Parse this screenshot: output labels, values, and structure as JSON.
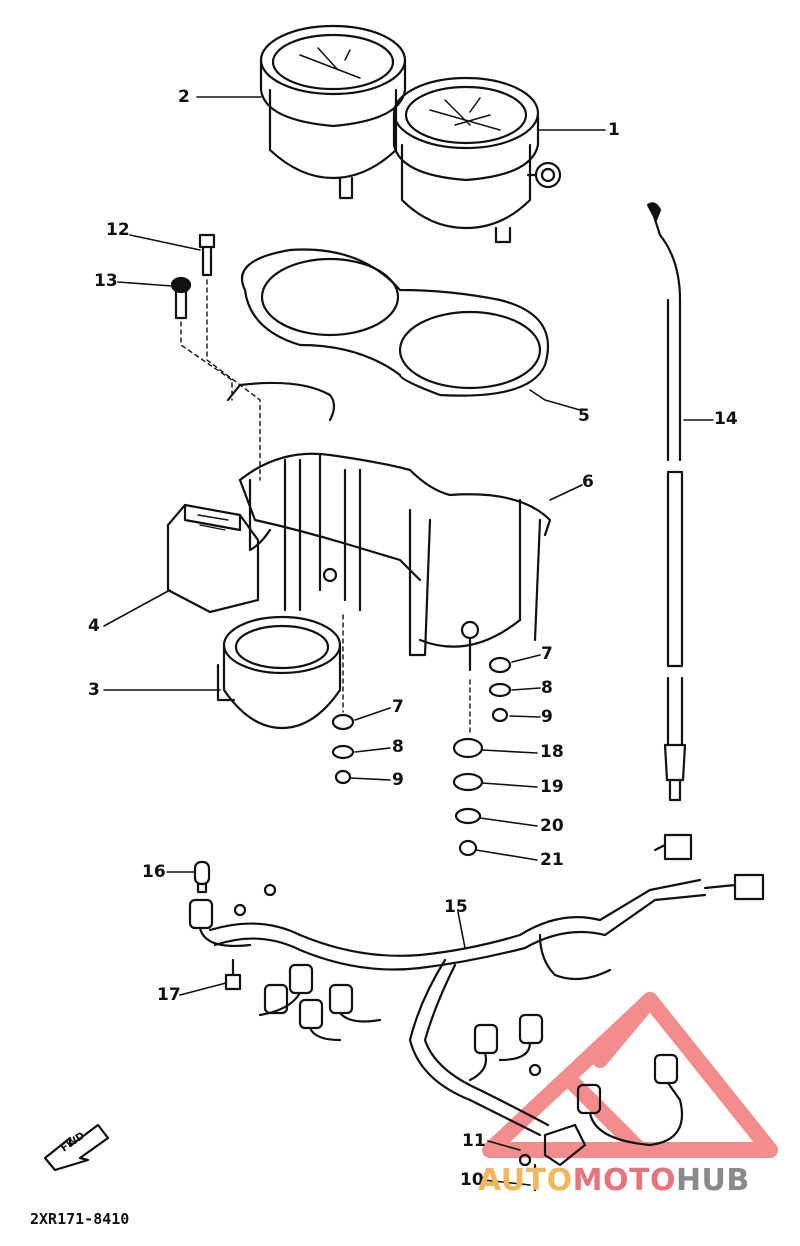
{
  "callouts": [
    "1",
    "2",
    "3",
    "4",
    "5",
    "6",
    "7",
    "8",
    "9",
    "7",
    "8",
    "9",
    "18",
    "19",
    "20",
    "21",
    "10",
    "11",
    "12",
    "13",
    "14",
    "15",
    "16",
    "17"
  ],
  "part_code": "2XR171-8410",
  "front_marker": "FWD",
  "watermark": {
    "part1": "AUTO",
    "part2": "MOTO",
    "part3": "HUB",
    "colors": {
      "auto": "#f0b85a",
      "moto": "#e8737a",
      "hub": "#8a8a8a",
      "logo": "#f27a7a"
    }
  }
}
